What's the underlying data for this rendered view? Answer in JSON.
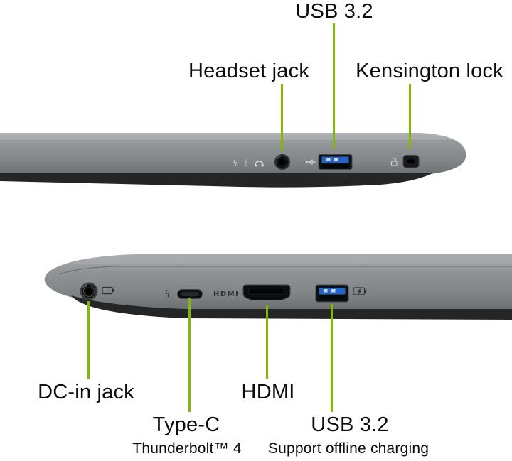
{
  "colors": {
    "accent": "#80B900",
    "text": "#0C0C0C",
    "chassis": "#8A8D90",
    "usb_blue": "#2563C4"
  },
  "labels": {
    "usb_top": "USB 3.2",
    "headset": "Headset jack",
    "kensington": "Kensington lock",
    "dc_in": "DC-in jack",
    "hdmi": "HDMI",
    "type_c": "Type-C",
    "type_c_sub": "Thunderbolt™ 4",
    "usb_bottom": "USB 3.2",
    "usb_bottom_sub": "Support offline charging"
  },
  "chassis_print": {
    "hdmi": "HDMI"
  },
  "glyphs": {
    "lightning": "ϟ",
    "bluetooth": "ᛒ"
  },
  "icons": {
    "headset-port-icon": "3.5mm-audio-jack",
    "usb-a-port-icon": "usb-type-a-blue",
    "kensington-slot-icon": "kensington-lock-slot",
    "dc-in-port-icon": "dc-barrel-jack",
    "usb-c-port-icon": "usb-type-c-oval",
    "hdmi-port-icon": "hdmi-receptacle",
    "battery-print-icon": "battery-outline",
    "charging-battery-print-icon": "battery-with-lightning",
    "lock-print-icon": "padlock-outline",
    "usb-ss-print-icon": "usb-trident",
    "headset-print-icon": "headset-arc",
    "lightning-print-icon": "lightning-bolt",
    "bluetooth-print-icon": "bluetooth-rune"
  }
}
